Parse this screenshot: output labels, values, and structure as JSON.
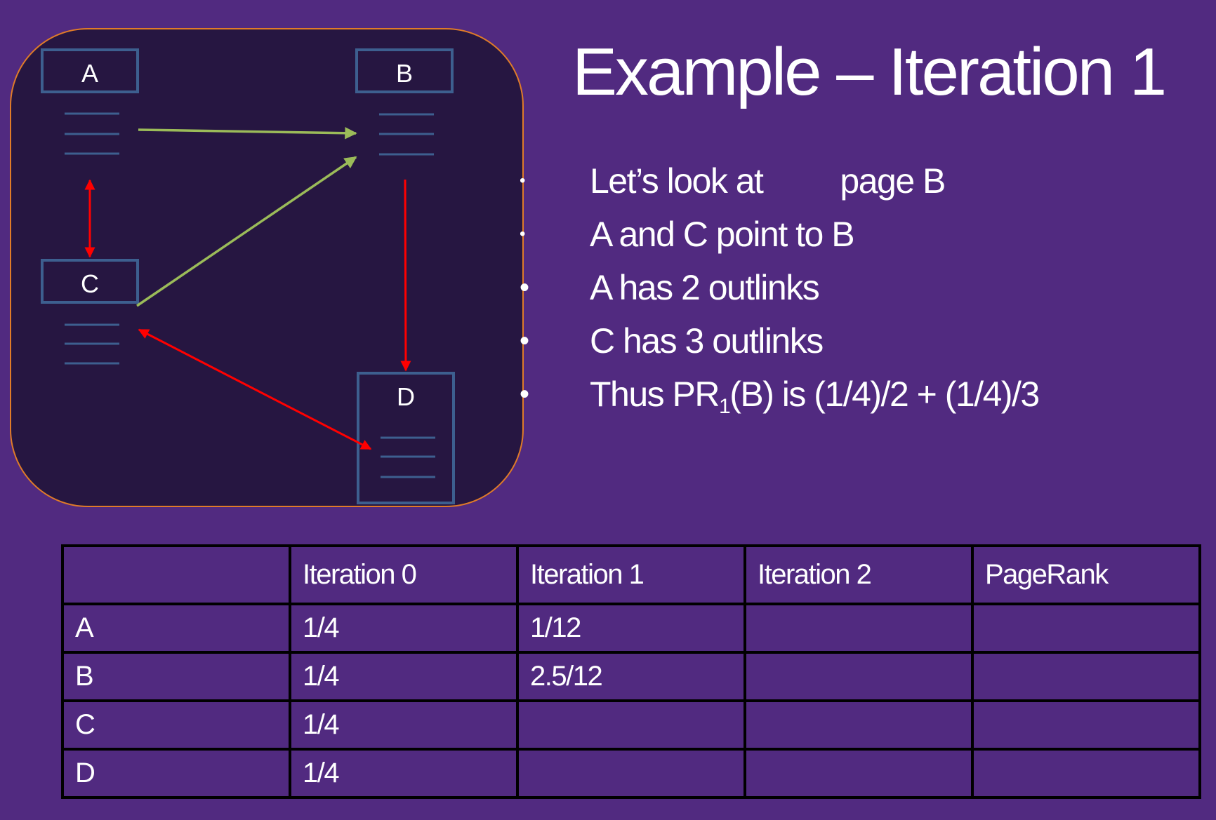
{
  "title": "Example – Iteration 1",
  "diagram": {
    "nodes": [
      {
        "id": "A",
        "label": "A"
      },
      {
        "id": "B",
        "label": "B"
      },
      {
        "id": "C",
        "label": "C"
      },
      {
        "id": "D",
        "label": "D"
      }
    ],
    "edges": [
      {
        "from": "A",
        "to": "B",
        "color": "#9bbb59"
      },
      {
        "from": "C",
        "to": "B",
        "color": "#9bbb59"
      },
      {
        "from": "A",
        "to": "C",
        "color": "#ff0000",
        "bidirectional": true
      },
      {
        "from": "B",
        "to": "D",
        "color": "#ff0000"
      },
      {
        "from": "C",
        "to": "D",
        "color": "#ff0000",
        "bidirectional": true
      }
    ],
    "colors": {
      "panel_fill": "#261641",
      "panel_border": "#e07b28",
      "node_border": "#3d5f8f",
      "line_color": "#3d5f8f"
    }
  },
  "bullets": [
    {
      "dot": "•",
      "small": true,
      "parts": [
        "Let’s look at",
        "page B"
      ]
    },
    {
      "dot": "•",
      "small": true,
      "text": "A and C point to B"
    },
    {
      "dot": "•",
      "small": false,
      "text": "A has 2 outlinks"
    },
    {
      "dot": "•",
      "small": false,
      "text": "C has 3 outlinks"
    },
    {
      "dot": "•",
      "small": false,
      "text_before": "Thus PR",
      "sub": "1",
      "text_after": "(B) is (1/4)/2 + (1/4)/3"
    }
  ],
  "table": {
    "headers": [
      "",
      "Iteration 0",
      "Iteration 1",
      "Iteration 2",
      "PageRank"
    ],
    "rows": [
      [
        "A",
        "1/4",
        "1/12",
        "",
        ""
      ],
      [
        "B",
        "1/4",
        "2.5/12",
        "",
        ""
      ],
      [
        "C",
        "1/4",
        "",
        "",
        ""
      ],
      [
        "D",
        "1/4",
        "",
        "",
        ""
      ]
    ]
  },
  "colors": {
    "background": "#512a80",
    "text": "#ffffff",
    "table_border": "#000000"
  }
}
